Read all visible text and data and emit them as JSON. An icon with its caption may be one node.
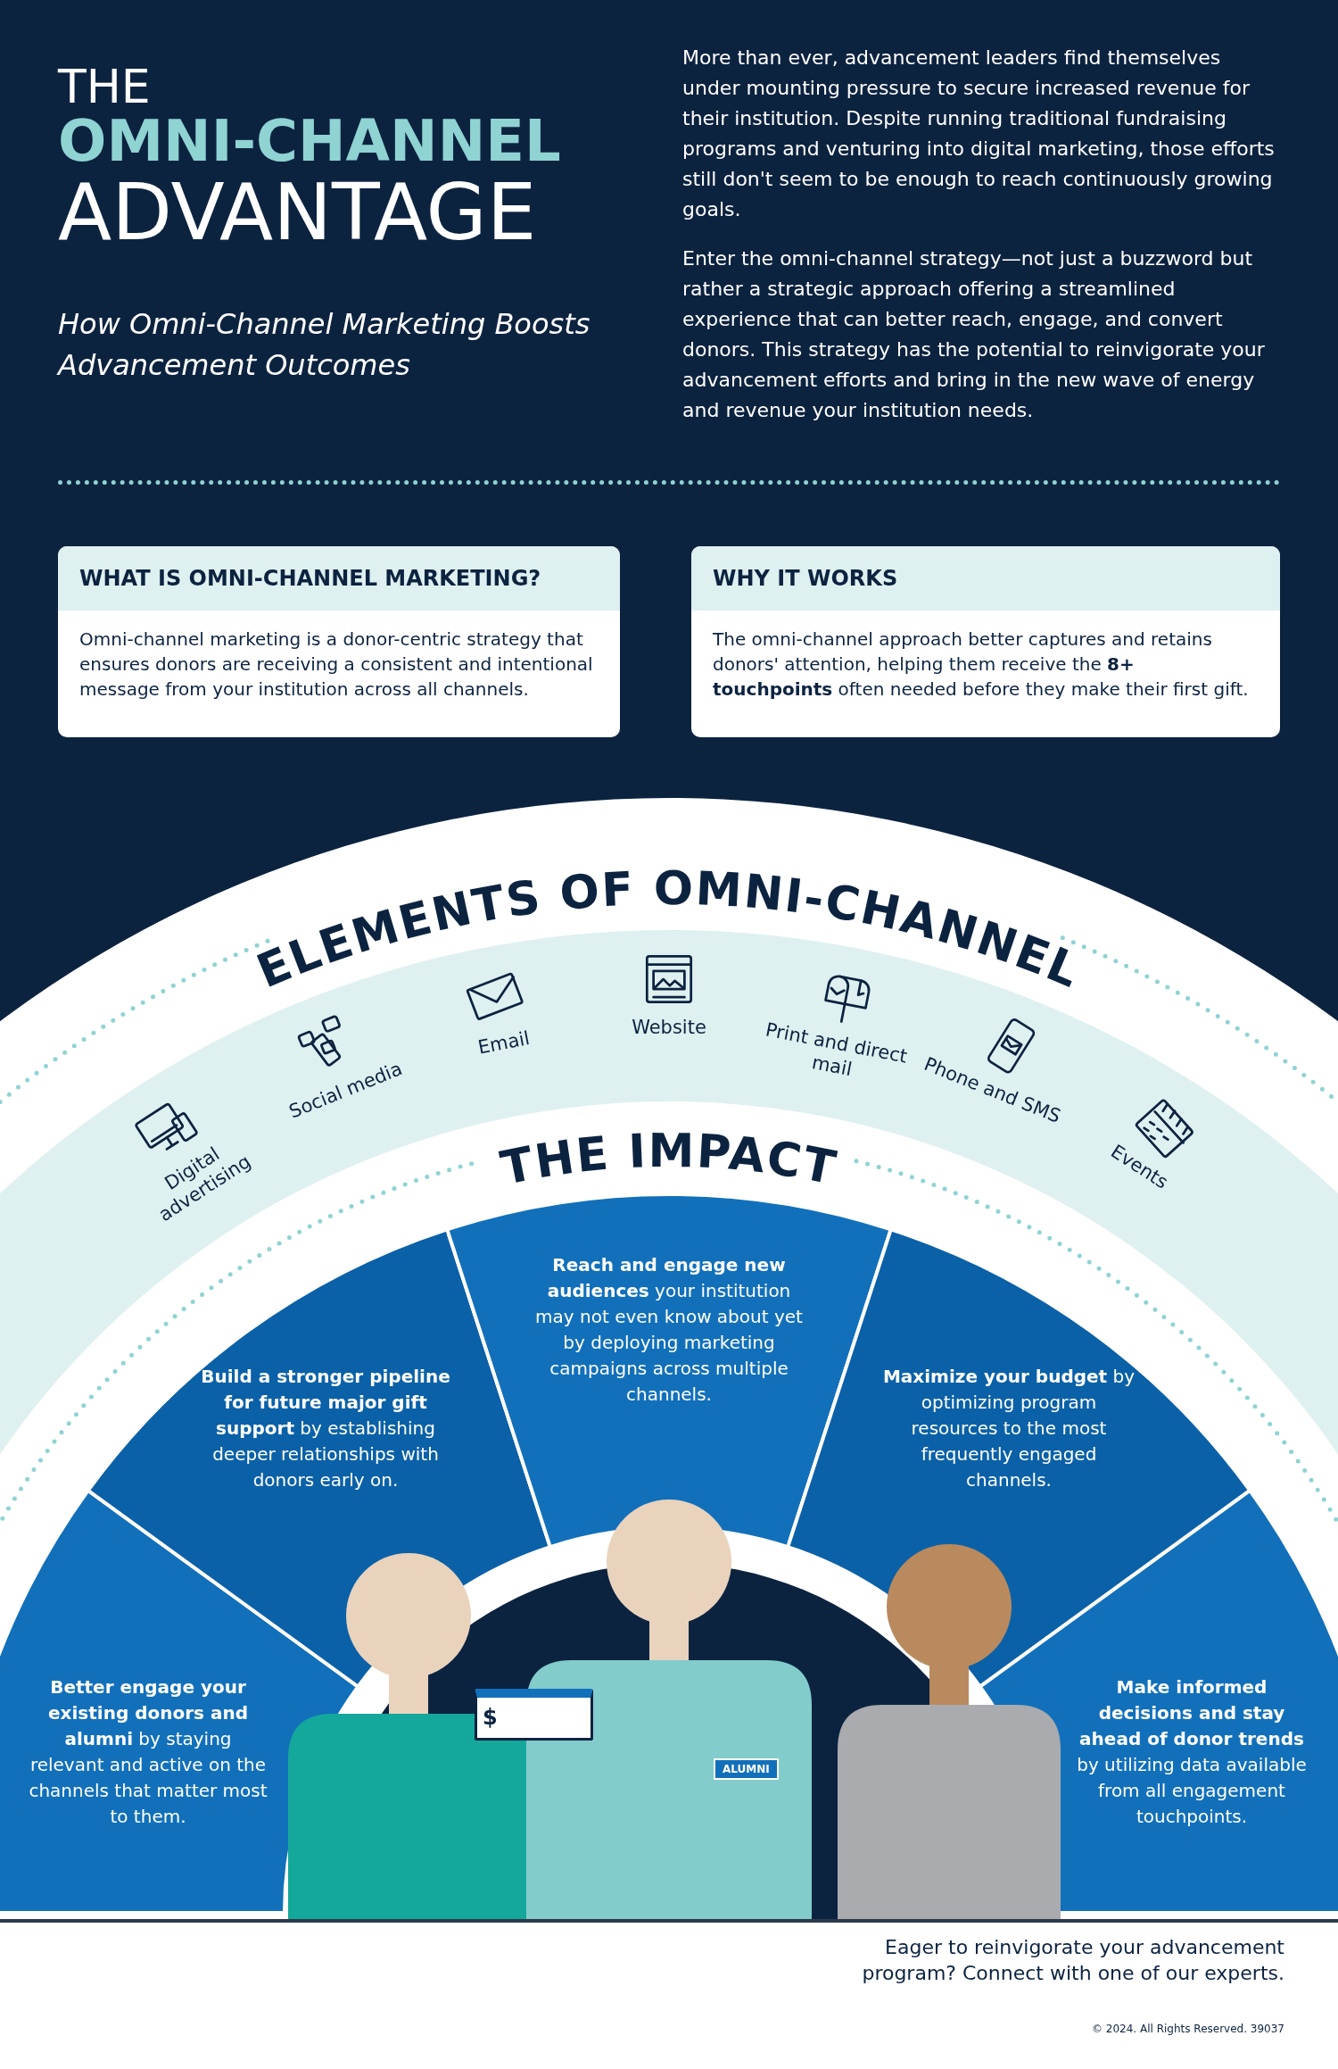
{
  "diagram": {
    "title": "THE OMNI-CHANNEL ADVANTAGE",
    "nodes": [
      {
        "text": [
          "WHAT IS OMNI-CHANNEL MARKETING?",
          "Omni-channel marketing is a donor-centric strategy that ensures donors are receiving a consistent and intentional message from your institution across all channels."
        ]
      },
      {
        "text": [
          "WHY IT WORKS",
          "The omni-channel approach better captures and retains donors' attention, helping them receive the **8+ touchpoints** often needed before they make their first gift."
        ]
      },
      {
        "text": [
          "ELEMENTS OF OMNI-CHANNEL"
        ]
      },
      {
        "text": [
          "Digital advertising"
        ],
        "in": 2
      },
      {
        "text": [
          "Social media"
        ],
        "in": 2
      },
      {
        "text": [
          "Email"
        ],
        "in": 2
      },
      {
        "text": [
          "Website"
        ],
        "in": 2
      },
      {
        "text": [
          "Print and direct mail"
        ],
        "in": 2
      },
      {
        "text": [
          "Phone and SMS"
        ],
        "in": 2
      },
      {
        "text": [
          "Events"
        ],
        "in": 2
      },
      {
        "text": [
          "THE IMPACT"
        ],
        "in": 2
      },
      {
        "text": [
          "**Better engage your existing donors and alumni** by staying relevant and active on the channels that matter most to them."
        ],
        "in": 10
      },
      {
        "text": [
          "**Build a stronger pipeline for future major gift support** by establishing deeper relationships with donors early on."
        ],
        "in": 10
      },
      {
        "text": [
          "**Reach and engage new audiences** your institution may not even know about yet by deploying marketing campaigns across multiple channels."
        ],
        "in": 10
      },
      {
        "text": [
          "**Maximize your budget** by optimizing program resources to the most frequently engaged channels."
        ],
        "in": 10
      },
      {
        "text": [
          "**Make informed decisions and stay ahead of donor trends** by utilizing data available from all engagement touchpoints."
        ],
        "in": 10
      }
    ],
    "labels": [
      "How Omni-Channel Marketing Boosts Advancement Outcomes",
      "More than ever, advancement leaders find themselves under mounting pressure to secure increased revenue for their institution. Despite running traditional fundraising programs and venturing into digital marketing, those efforts still don't seem to be enough to reach continuously growing goals.",
      "Enter the omni-channel strategy—not just a buzzword but rather a strategic approach offering a streamlined experience that can better reach, engage, and convert donors. This strategy has the potential to reinvigorate your advancement efforts and bring in the new wave of energy and revenue your institution needs.",
      "$",
      "ALUMNI",
      "Eager to reinvigorate your advancement program? Connect with one of our experts.",
      "© 2024. All Rights Reserved. 39037"
    ]
  }
}
